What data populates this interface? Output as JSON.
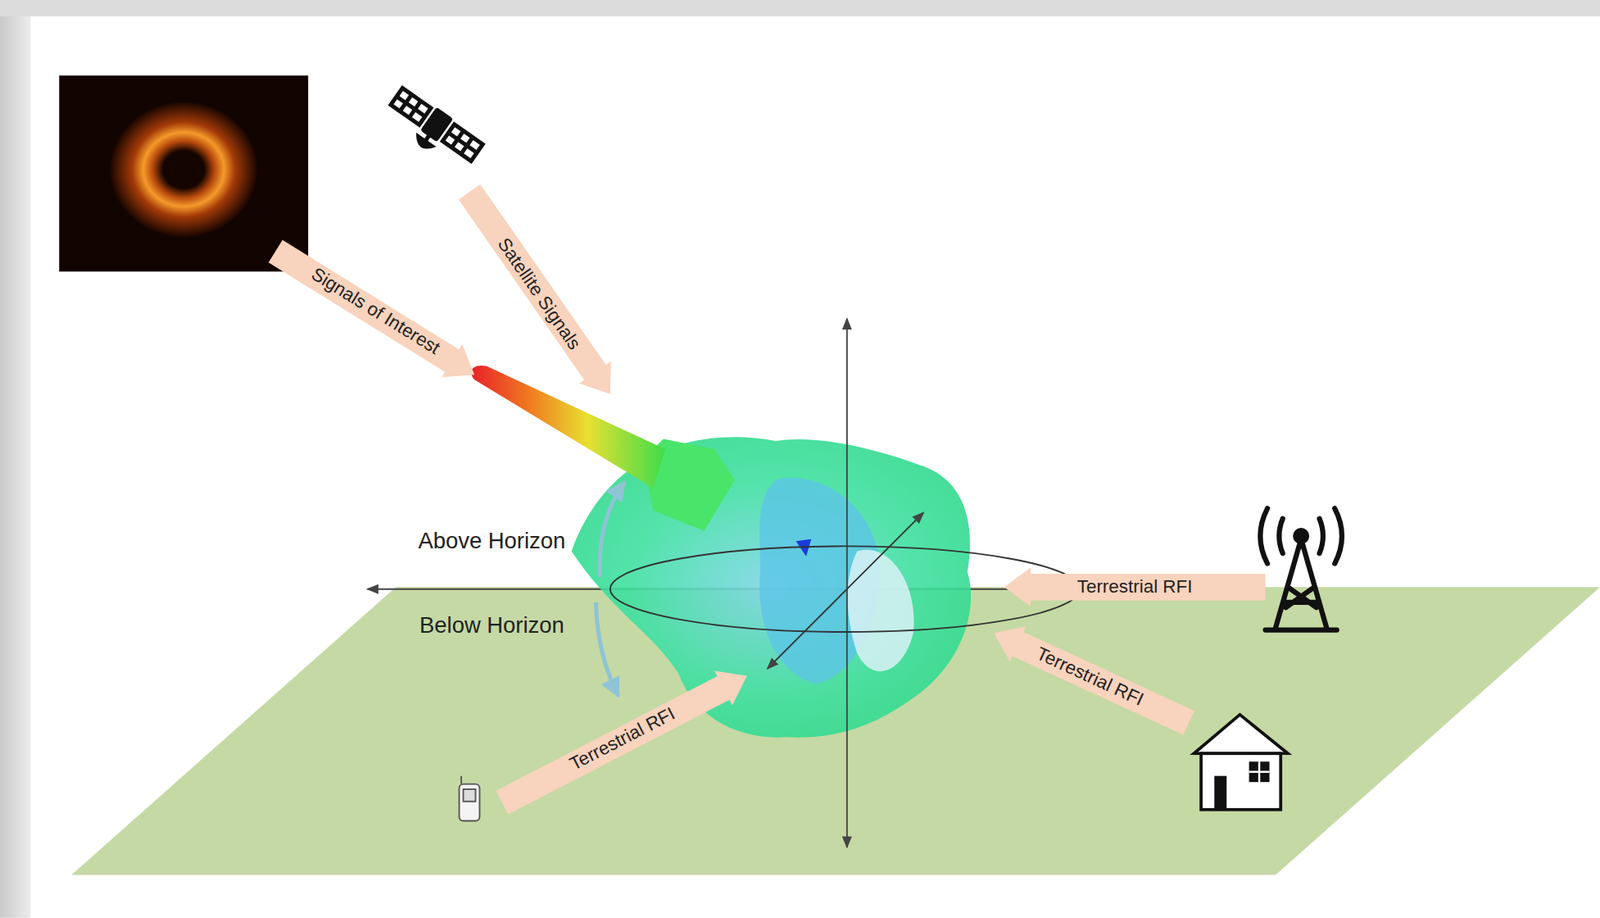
{
  "diagram": {
    "labels": [
      "Signals of Interest",
      "Satellite Signals",
      "Above Horizon",
      "Below Horizon",
      "Terrestrial RFI",
      "Terrestrial RFI",
      "Terrestrial RFI"
    ]
  }
}
